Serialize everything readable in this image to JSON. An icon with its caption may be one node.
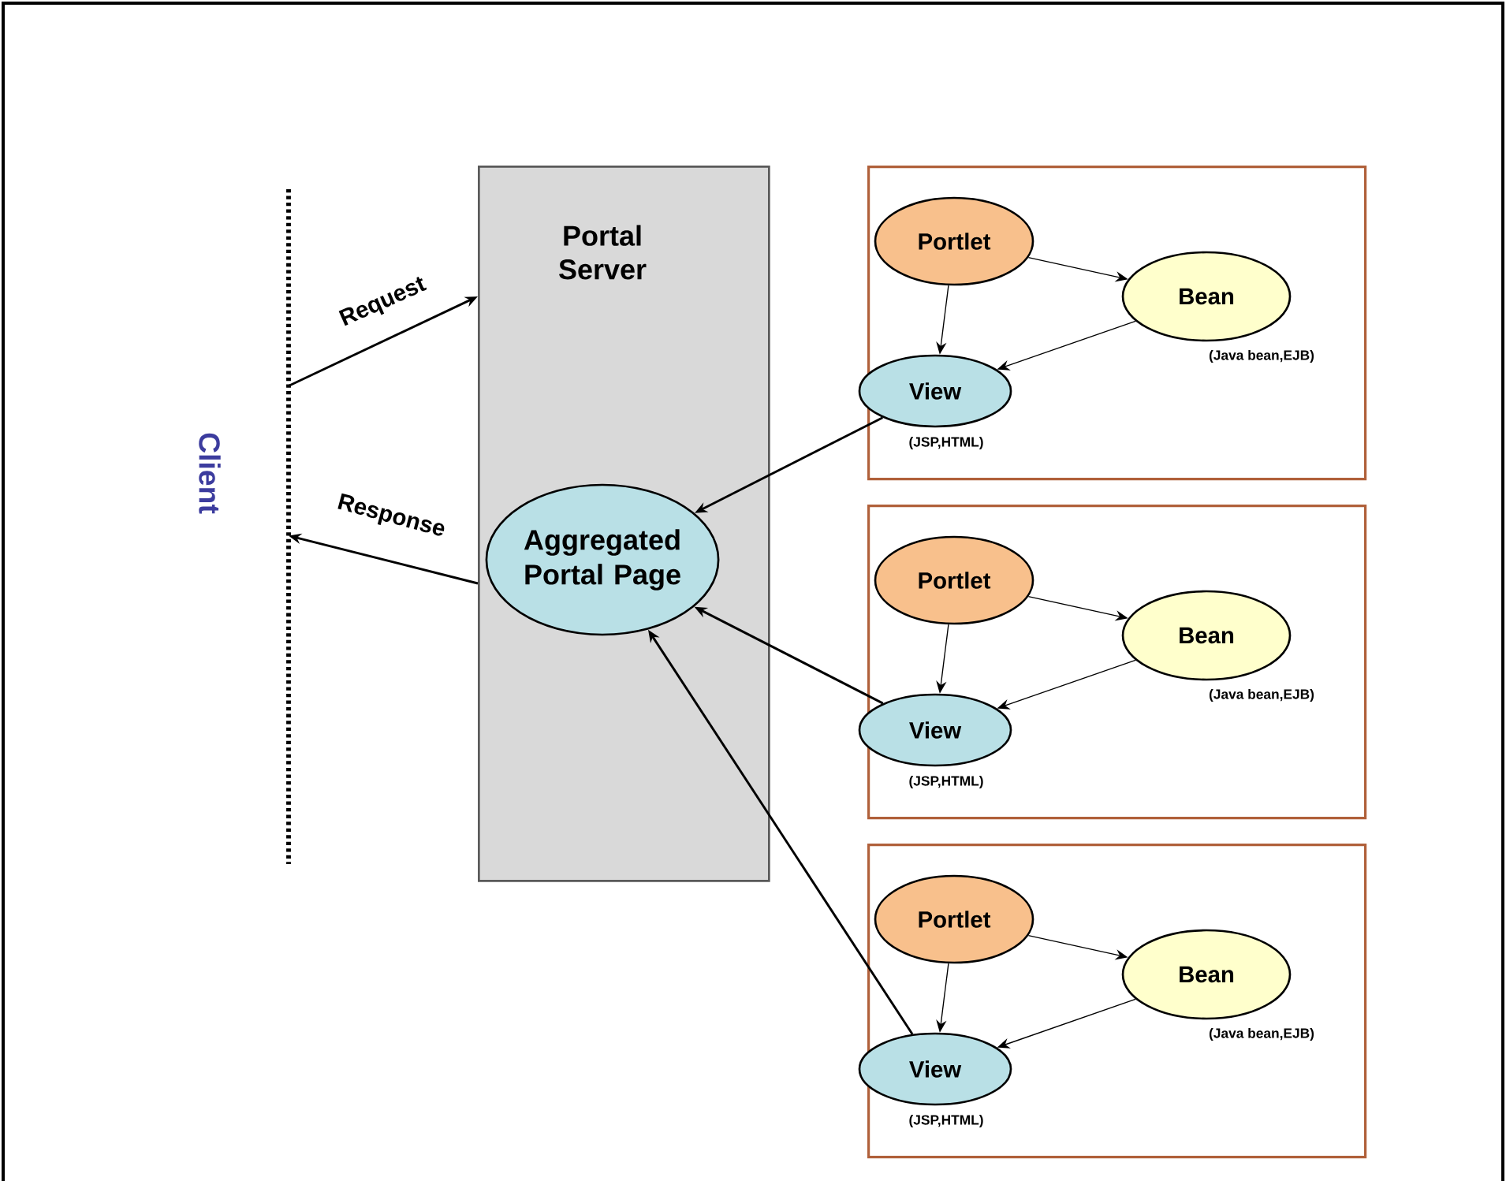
{
  "diagram": {
    "nodes": [
      {
        "text": [],
        "shape": "bar",
        "beside": [
          "Client"
        ]
      },
      {
        "text": [
          "Portal Server"
        ]
      },
      {
        "text": [
          "Aggregated Portal Page"
        ],
        "in": 1
      },
      {
        "text": [],
        "shape": "box"
      },
      {
        "text": [
          "Portlet"
        ],
        "in": 3
      },
      {
        "text": [
          "Bean"
        ],
        "in": 3,
        "beside": [
          "(Java bean,EJB)"
        ]
      },
      {
        "text": [
          "View"
        ],
        "in": 3,
        "beside": [
          "(JSP,HTML)"
        ]
      },
      {
        "text": [],
        "shape": "box"
      },
      {
        "text": [
          "Portlet"
        ],
        "in": 7
      },
      {
        "text": [
          "Bean"
        ],
        "in": 7,
        "beside": [
          "(Java bean,EJB)"
        ]
      },
      {
        "text": [
          "View"
        ],
        "in": 7,
        "beside": [
          "(JSP,HTML)"
        ]
      },
      {
        "text": [],
        "shape": "box"
      },
      {
        "text": [
          "Portlet"
        ],
        "in": 11
      },
      {
        "text": [
          "Bean"
        ],
        "in": 11,
        "beside": [
          "(Java bean,EJB)"
        ]
      },
      {
        "text": [
          "View"
        ],
        "in": 11,
        "beside": [
          "(JSP,HTML)"
        ]
      }
    ],
    "edges": [
      {
        "from": 0,
        "to": 1,
        "arrow": "to",
        "label": "Request"
      },
      {
        "from": 1,
        "to": 0,
        "arrow": "to",
        "label": "Response"
      },
      {
        "from": 6,
        "to": 2,
        "arrow": "to"
      },
      {
        "from": 10,
        "to": 2,
        "arrow": "to"
      },
      {
        "from": 14,
        "to": 2,
        "arrow": "to"
      },
      {
        "from": 4,
        "to": 6,
        "arrow": "to"
      },
      {
        "from": 4,
        "to": 5,
        "arrow": "to"
      },
      {
        "from": 5,
        "to": 6,
        "arrow": "to"
      },
      {
        "from": 8,
        "to": 10,
        "arrow": "to"
      },
      {
        "from": 8,
        "to": 9,
        "arrow": "to"
      },
      {
        "from": 9,
        "to": 10,
        "arrow": "to"
      },
      {
        "from": 12,
        "to": 14,
        "arrow": "to"
      },
      {
        "from": 12,
        "to": 13,
        "arrow": "to"
      },
      {
        "from": 13,
        "to": 14,
        "arrow": "to"
      }
    ]
  }
}
